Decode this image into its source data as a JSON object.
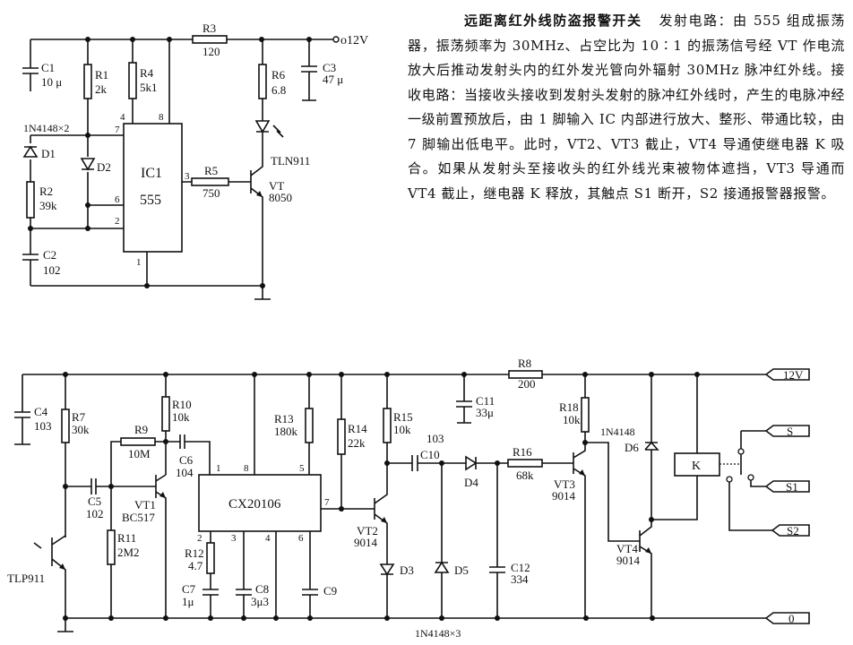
{
  "description": {
    "title": "远距离红外线防盗报警开关",
    "body": "发射电路：由 555 组成振荡器，振荡频率为 30MHz、占空比为 10∶1 的振荡信号经 VT 作电流放大后推动发射头内的红外发光管向外辐射 30MHz 脉冲红外线。接收电路：当接收头接收到发射头发射的脉冲红外线时，产生的电脉冲经一级前置预放后，由 1 脚输入 IC 内部进行放大、整形、带通比较，由 7 脚输出低电平。此时，VT2、VT3 截止，VT4 导通使继电器 K 吸合。如果从发射头至接收头的红外线光束被物体遮挡，VT3 导通而 VT4 截止，继电器 K 释放，其触点 S1 断开，S2 接通报警器报警。"
  },
  "transmitter": {
    "supply": "o12V",
    "ic": {
      "name": "IC1",
      "part": "555",
      "pins": [
        "7",
        "4",
        "8",
        "6",
        "2",
        "3",
        "1"
      ]
    },
    "diode_note": "1N4148×2",
    "components": {
      "C1": {
        "name": "C1",
        "value": "10 μ"
      },
      "R1": {
        "name": "R1",
        "value": "2k"
      },
      "R4": {
        "name": "R4",
        "value": "5k1"
      },
      "R3": {
        "name": "R3",
        "value": "120"
      },
      "R6": {
        "name": "R6",
        "value": "6.8"
      },
      "C3": {
        "name": "C3",
        "value": "47 μ"
      },
      "D1": {
        "name": "D1"
      },
      "D2": {
        "name": "D2"
      },
      "R2": {
        "name": "R2",
        "value": "39k"
      },
      "C2": {
        "name": "C2",
        "value": "102"
      },
      "R5": {
        "name": "R5",
        "value": "750"
      },
      "LED": {
        "name": "TLN911"
      },
      "VT": {
        "name": "VT",
        "value": "8050"
      }
    }
  },
  "receiver": {
    "rails": {
      "vcc": "12V",
      "gnd": "0",
      "s": "S",
      "s1": "S1",
      "s2": "S2"
    },
    "ic": {
      "part": "CX20106",
      "pins": [
        "1",
        "8",
        "5",
        "7",
        "2",
        "3",
        "4",
        "6"
      ]
    },
    "diode_note": "1N4148×3",
    "components": {
      "C4": {
        "name": "C4",
        "value": "103"
      },
      "R7": {
        "name": "R7",
        "value": "30k"
      },
      "R9": {
        "name": "R9",
        "value": "10M"
      },
      "R10": {
        "name": "R10",
        "value": "10k"
      },
      "C6": {
        "name": "C6",
        "value": "104"
      },
      "C5": {
        "name": "C5",
        "value": "102"
      },
      "VT1": {
        "name": "VT1",
        "value": "BC517"
      },
      "R11": {
        "name": "R11",
        "value": "2M2"
      },
      "TLP": {
        "name": "TLP911"
      },
      "R12": {
        "name": "R12",
        "value": "4.7"
      },
      "C7": {
        "name": "C7",
        "value": "1μ"
      },
      "C8": {
        "name": "C8",
        "value": "3μ3"
      },
      "C9": {
        "name": "C9"
      },
      "R13": {
        "name": "R13",
        "value": "180k"
      },
      "R14": {
        "name": "R14",
        "value": "22k"
      },
      "R15": {
        "name": "R15",
        "value": "10k"
      },
      "VT2": {
        "name": "VT2",
        "value": "9014"
      },
      "D3": {
        "name": "D3"
      },
      "C10": {
        "name": "C10",
        "value": "103"
      },
      "D4": {
        "name": "D4"
      },
      "D5": {
        "name": "D5"
      },
      "C11": {
        "name": "C11",
        "value": "33μ"
      },
      "R8": {
        "name": "R8",
        "value": "200"
      },
      "R16": {
        "name": "R16",
        "value": "68k"
      },
      "C12": {
        "name": "C12",
        "value": "334"
      },
      "VT3": {
        "name": "VT3",
        "value": "9014"
      },
      "R18": {
        "name": "R18",
        "value": "10k"
      },
      "D6": {
        "name": "D6",
        "value": "1N4148"
      },
      "VT4": {
        "name": "VT4",
        "value": "9014"
      },
      "K": {
        "name": "K"
      }
    }
  }
}
